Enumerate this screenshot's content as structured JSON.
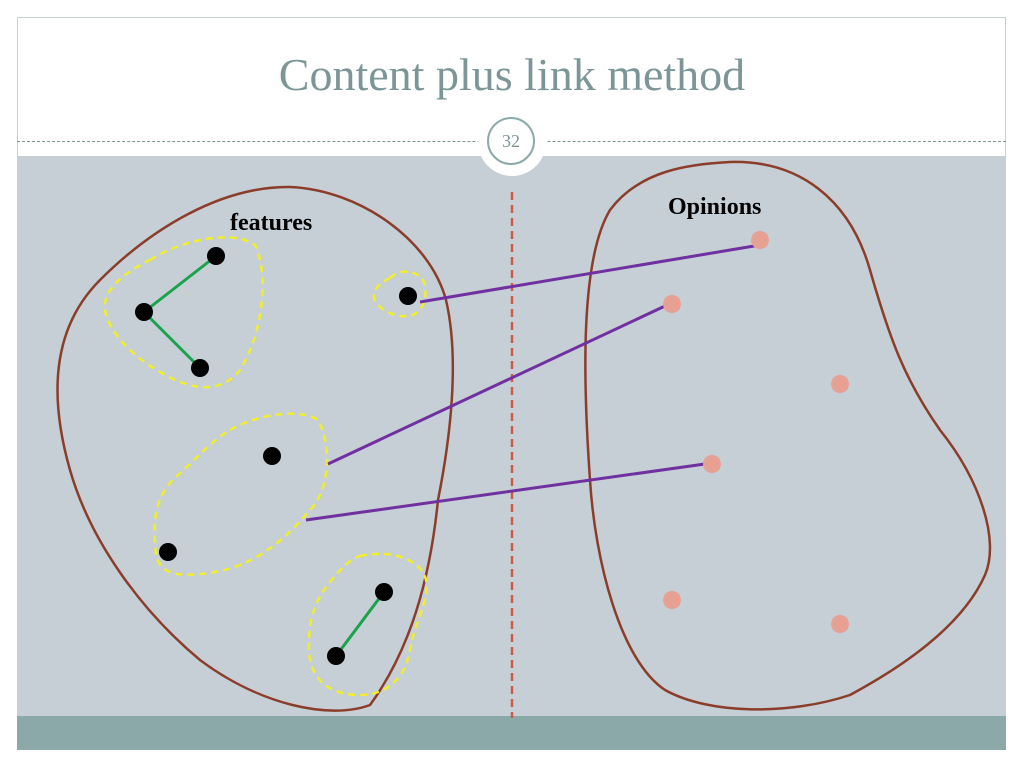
{
  "slide": {
    "title": "Content plus link method",
    "page_number": "32"
  },
  "diagram": {
    "left_group_label": "features",
    "right_group_label": "Opinions",
    "colors": {
      "blob_outline": "#8b3d2a",
      "cluster_outline": "#f1ee2a",
      "feature_node": "#000000",
      "opinion_node": "#e7a192",
      "intra_link": "#1aa34a",
      "cross_link": "#7030a0",
      "separator": "#d05a45",
      "content_bg": "#c6cfd6",
      "footer": "#8ba9a9",
      "title_text": "#7c9698"
    }
  }
}
